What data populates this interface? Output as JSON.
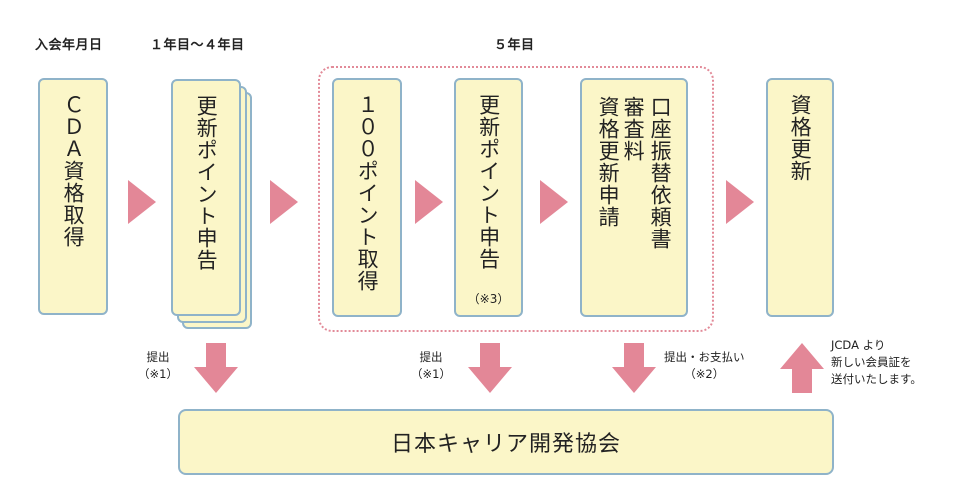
{
  "headers": {
    "join_date": "入会年月日",
    "years_1_4": "１年目～４年目",
    "year_5": "５年目"
  },
  "boxes": {
    "cda_acquire": "ＣＤＡ資格取得",
    "renewal_report_1": "更新ポイント申告",
    "points_100": "１００ポイント取得",
    "renewal_report_2": "更新ポイント申告",
    "renewal_report_2_note": "（※3）",
    "application_col1": "資格更新申請",
    "application_col2": "審査料",
    "application_col3": "口座振替依頼書",
    "renewal": "資格更新"
  },
  "labels": {
    "submit_1_line1": "提出",
    "submit_1_line2": "（※1）",
    "submit_2_line1": "提出",
    "submit_2_line2": "（※1）",
    "submit_pay_line1": "提出・お支払い",
    "submit_pay_line2": "（※2）",
    "jcda_line1": "JCDA より",
    "jcda_line2": "新しい会員証を",
    "jcda_line3": "送付いたします。"
  },
  "footer": {
    "organization": "日本キャリア開発協会"
  },
  "colors": {
    "box_fill": "#fbf6c8",
    "box_border": "#8fb3c9",
    "arrow": "#e38797",
    "dashed_border": "#e28a98"
  }
}
